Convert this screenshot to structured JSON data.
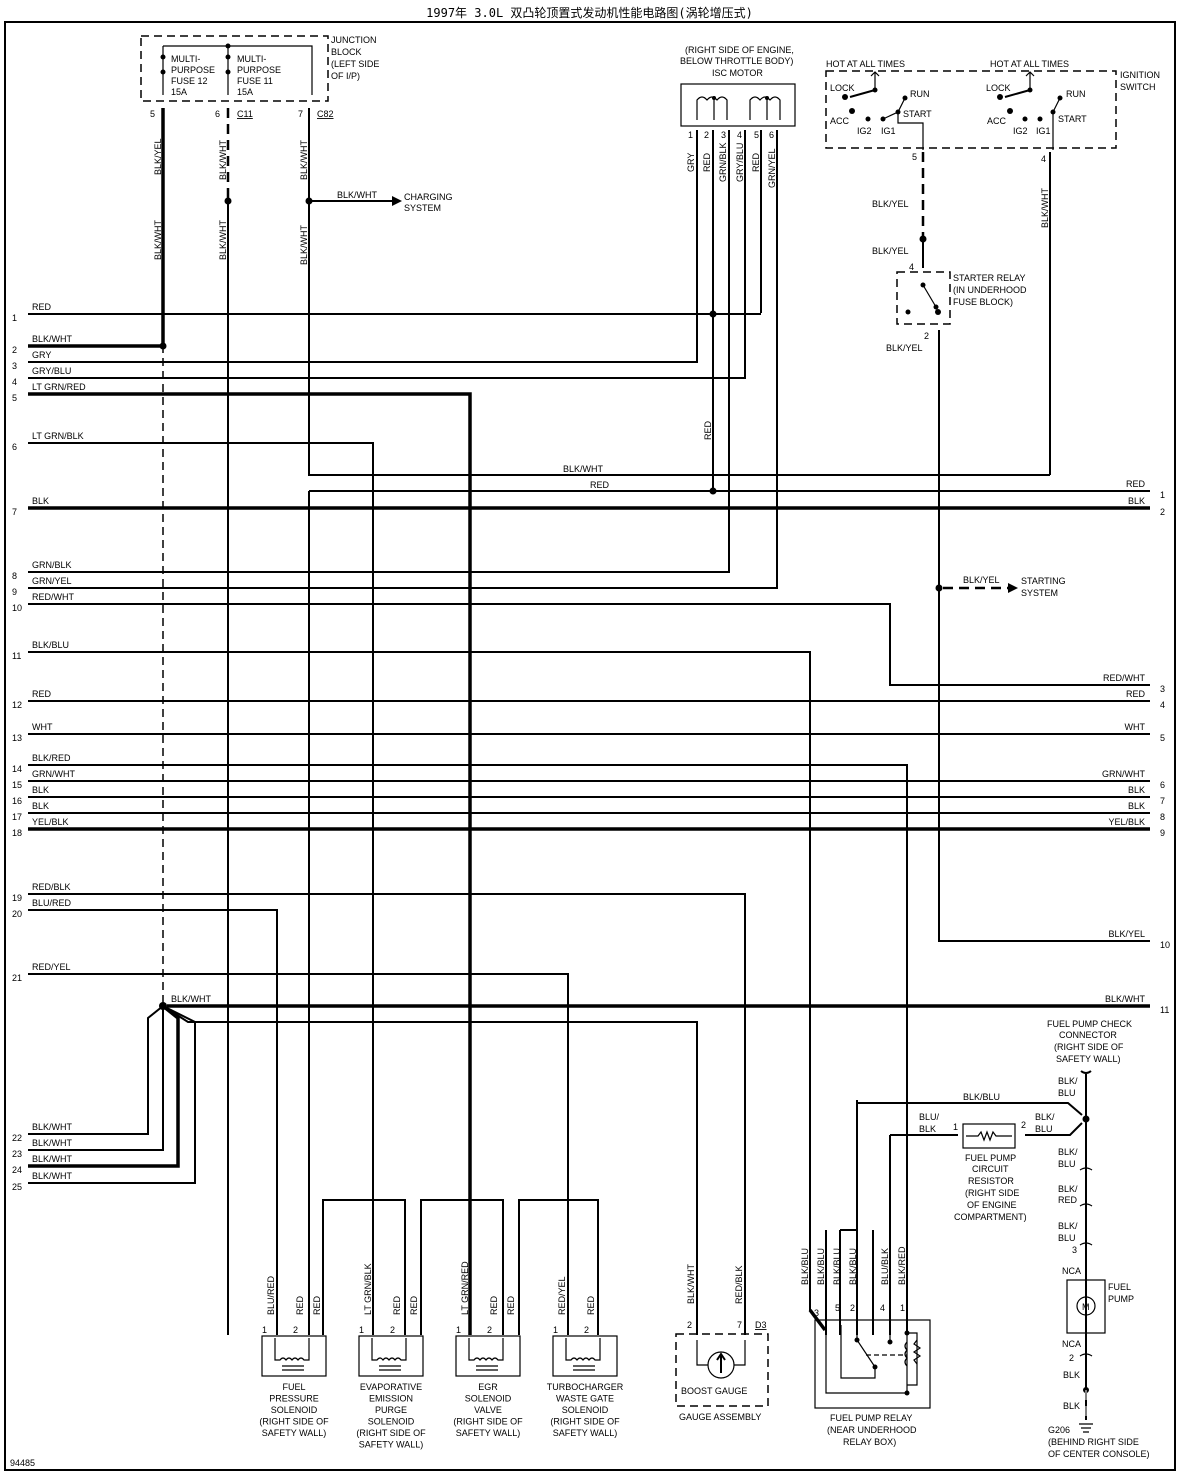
{
  "title": "1997年 3.0L 双凸轮顶置式发动机性能电路图(涡轮增压式)",
  "figure_id": "94485",
  "junction_block": {
    "label": [
      "JUNCTION",
      "BLOCK",
      "(LEFT SIDE",
      "OF I/P)"
    ],
    "fuse12": [
      "MULTI-",
      "PURPOSE",
      "FUSE 12",
      "15A"
    ],
    "fuse11": [
      "MULTI-",
      "PURPOSE",
      "FUSE 11",
      "15A"
    ],
    "pins": [
      "5",
      "6",
      "7"
    ],
    "connectors": [
      "C11",
      "C82"
    ]
  },
  "charging": {
    "wire": "BLK/WHT",
    "label": [
      "CHARGING",
      "SYSTEM"
    ]
  },
  "isc_motor": {
    "location": [
      "(RIGHT SIDE OF ENGINE,",
      "BELOW THROTTLE BODY)"
    ],
    "name": "ISC MOTOR",
    "pins": [
      "1",
      "2",
      "3",
      "4",
      "5",
      "6"
    ],
    "wires": [
      "GRY",
      "RED",
      "GRN/BLK",
      "GRY/BLU",
      "RED",
      "GRN/YEL"
    ]
  },
  "ignition_switch": {
    "label": [
      "IGNITION",
      "SWITCH"
    ],
    "hot": "HOT AT ALL TIMES",
    "positions": [
      "LOCK",
      "ACC",
      "IG2",
      "IG1",
      "RUN",
      "START"
    ],
    "pins": [
      "5",
      "4"
    ]
  },
  "starter_relay": {
    "label": [
      "STARTER RELAY",
      "(IN UNDERHOOD",
      "FUSE BLOCK)"
    ],
    "pins": [
      "4",
      "2"
    ],
    "wire": "BLK/YEL"
  },
  "starting": {
    "wire": "BLK/YEL",
    "label": [
      "STARTING",
      "SYSTEM"
    ]
  },
  "left_wires": [
    {
      "pin": "1",
      "color": "RED"
    },
    {
      "pin": "2",
      "color": "BLK/WHT"
    },
    {
      "pin": "3",
      "color": "GRY"
    },
    {
      "pin": "4",
      "color": "GRY/BLU"
    },
    {
      "pin": "5",
      "color": "LT GRN/RED"
    },
    {
      "pin": "6",
      "color": "LT GRN/BLK"
    },
    {
      "pin": "7",
      "color": "BLK"
    },
    {
      "pin": "8",
      "color": "GRN/BLK"
    },
    {
      "pin": "9",
      "color": "GRN/YEL"
    },
    {
      "pin": "10",
      "color": "RED/WHT"
    },
    {
      "pin": "11",
      "color": "BLK/BLU"
    },
    {
      "pin": "12",
      "color": "RED"
    },
    {
      "pin": "13",
      "color": "WHT"
    },
    {
      "pin": "14",
      "color": "BLK/RED"
    },
    {
      "pin": "15",
      "color": "GRN/WHT"
    },
    {
      "pin": "16",
      "color": "BLK"
    },
    {
      "pin": "17",
      "color": "BLK"
    },
    {
      "pin": "18",
      "color": "YEL/BLK"
    },
    {
      "pin": "19",
      "color": "RED/BLK"
    },
    {
      "pin": "20",
      "color": "BLU/RED"
    },
    {
      "pin": "21",
      "color": "RED/YEL"
    },
    {
      "pin": "22",
      "color": "BLK/WHT"
    },
    {
      "pin": "23",
      "color": "BLK/WHT"
    },
    {
      "pin": "24",
      "color": "BLK/WHT"
    },
    {
      "pin": "25",
      "color": "BLK/WHT"
    }
  ],
  "right_wires": [
    {
      "pin": "1",
      "color": "RED"
    },
    {
      "pin": "2",
      "color": "BLK"
    },
    {
      "pin": "3",
      "color": "RED/WHT"
    },
    {
      "pin": "4",
      "color": "RED"
    },
    {
      "pin": "5",
      "color": "WHT"
    },
    {
      "pin": "6",
      "color": "GRN/WHT"
    },
    {
      "pin": "7",
      "color": "BLK"
    },
    {
      "pin": "8",
      "color": "BLK"
    },
    {
      "pin": "9",
      "color": "YEL/BLK"
    },
    {
      "pin": "10",
      "color": "BLK/YEL"
    },
    {
      "pin": "11",
      "color": "BLK/WHT"
    }
  ],
  "vertical_labels": {
    "fuse12_upper": "BLK/YEL",
    "fuse12_lower": "BLK/WHT",
    "fuse11_upper": "BLK/WHT",
    "fuse11_lower": "BLK/WHT",
    "c82_upper": "BLK/WHT",
    "c82_lower": "BLK/WHT",
    "red_mid": "RED",
    "ign4": "BLK/WHT",
    "ign5_a": "BLK/YEL",
    "ign5_b": "BLK/YEL",
    "relay_out": "BLK/YEL",
    "mid_red": "RED",
    "mid_blkwht": "BLK/WHT",
    "ground_bus": "BLK/WHT"
  },
  "solenoids": [
    {
      "name": [
        "FUEL",
        "PRESSURE",
        "SOLENOID",
        "(RIGHT SIDE OF",
        "SAFETY WALL)"
      ],
      "wires": [
        "BLU/RED",
        "RED",
        "RED"
      ],
      "pins": [
        "1",
        "2"
      ]
    },
    {
      "name": [
        "EVAPORATIVE",
        "EMISSION",
        "PURGE",
        "SOLENOID",
        "(RIGHT SIDE OF",
        "SAFETY WALL)"
      ],
      "wires": [
        "LT GRN/BLK",
        "RED",
        "RED"
      ],
      "pins": [
        "1",
        "2"
      ]
    },
    {
      "name": [
        "EGR",
        "SOLENOID",
        "VALVE",
        "(RIGHT SIDE OF",
        "SAFETY WALL)"
      ],
      "wires": [
        "LT GRN/RED",
        "RED",
        "RED"
      ],
      "pins": [
        "1",
        "2"
      ]
    },
    {
      "name": [
        "TURBOCHARGER",
        "WASTE GATE",
        "SOLENOID",
        "(RIGHT SIDE OF",
        "SAFETY WALL)"
      ],
      "wires": [
        "RED/YEL",
        "RED"
      ],
      "pins": [
        "1",
        "2"
      ]
    }
  ],
  "gauge": {
    "name": "BOOST GAUGE",
    "assembly": "GAUGE ASSEMBLY",
    "wires": [
      "BLK/WHT",
      "RED/BLK"
    ],
    "pins": [
      "2",
      "7"
    ],
    "connector": "D3"
  },
  "fuel_pump_relay": {
    "name": [
      "FUEL PUMP RELAY",
      "(NEAR UNDERHOOD",
      "RELAY BOX)"
    ],
    "wires": [
      "BLK/BLU",
      "BLK/BLU",
      "BLK/BLU",
      "BLK/BLU",
      "BLU/BLK",
      "BLK/RED"
    ],
    "pins": [
      "3",
      "5",
      "2",
      "4",
      "1"
    ]
  },
  "fuel_pump_check": {
    "name": [
      "FUEL PUMP CHECK",
      "CONNECTOR",
      "(RIGHT SIDE OF",
      "SAFETY WALL)"
    ],
    "wire_top": [
      "BLK/",
      "BLU"
    ],
    "horiz": "BLK/BLU"
  },
  "resistor": {
    "name": [
      "FUEL PUMP",
      "CIRCUIT",
      "RESISTOR",
      "(RIGHT SIDE",
      "OF ENGINE",
      "COMPARTMENT)"
    ],
    "left_wire": [
      "BLU/",
      "BLK"
    ],
    "right_wire": [
      "BLK/",
      "BLU"
    ],
    "pins": [
      "1",
      "2"
    ]
  },
  "fuel_pump": {
    "name": [
      "FUEL",
      "PUMP"
    ],
    "motor": "M",
    "wires": [
      [
        "BLK/",
        "BLU"
      ],
      [
        "BLK/",
        "RED"
      ],
      [
        "BLK/",
        "BLU"
      ]
    ],
    "pin3": "3",
    "nca_top": "NCA",
    "nca_bottom": "NCA",
    "pin2": "2",
    "ground_wire": "BLK",
    "ground_wire2": "BLK",
    "ground": [
      "G206",
      "(BEHIND RIGHT SIDE",
      "OF CENTER CONSOLE)"
    ]
  }
}
